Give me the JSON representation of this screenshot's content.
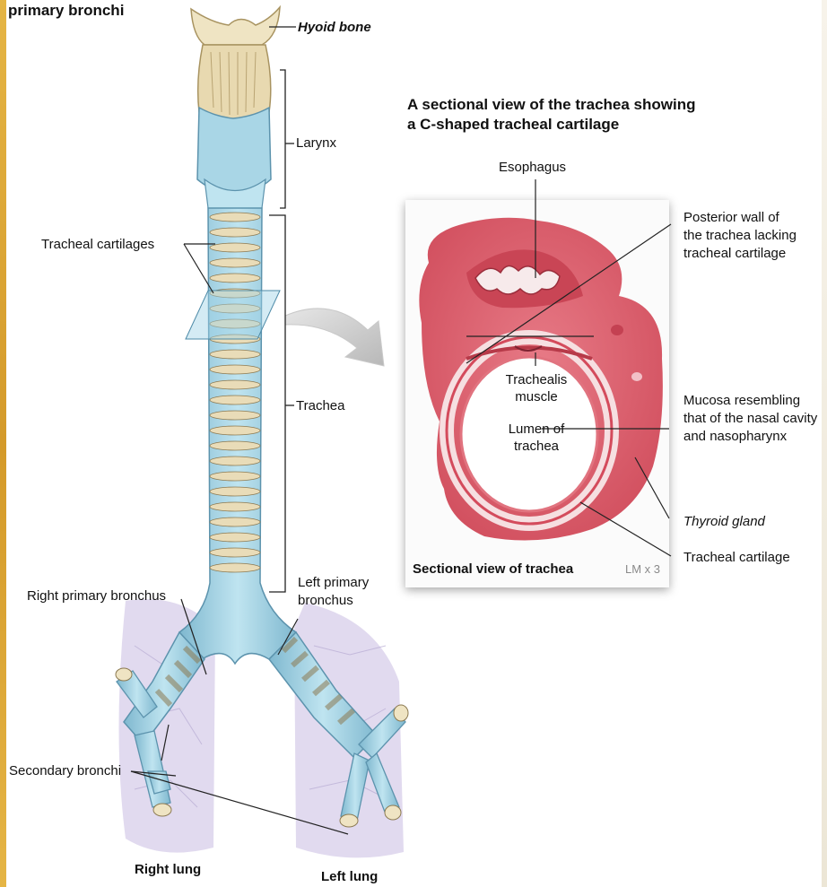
{
  "header_title": "primary bronchi",
  "section_title_line1": "A sectional view of the trachea showing",
  "section_title_line2": "a C-shaped tracheal cartilage",
  "labels": {
    "hyoid": "Hyoid bone",
    "larynx": "Larynx",
    "tracheal_cartilages": "Tracheal cartilages",
    "trachea": "Trachea",
    "left_primary_1": "Left primary",
    "left_primary_2": "bronchus",
    "right_primary": "Right primary bronchus",
    "secondary": "Secondary bronchi",
    "right_lung": "Right lung",
    "left_lung": "Left lung",
    "esophagus": "Esophagus",
    "posterior_1": "Posterior wall of",
    "posterior_2": "the trachea lacking",
    "posterior_3": "tracheal cartilage",
    "trachealis_1": "Trachealis",
    "trachealis_2": "muscle",
    "lumen_1": "Lumen of",
    "lumen_2": "trachea",
    "mucosa_1": "Mucosa resembling",
    "mucosa_2": "that of the nasal cavity",
    "mucosa_3": "and nasopharynx",
    "thyroid": "Thyroid gland",
    "tracheal_cartilage": "Tracheal cartilage",
    "card_caption": "Sectional view of trachea",
    "magnification": "LM x 3"
  },
  "colors": {
    "trachea_fill": "#a9d6e6",
    "trachea_stroke": "#5c93ad",
    "ring_fill": "#e9dcb8",
    "tissue": "#dc5f6e",
    "tissue_light": "#f3c8cd",
    "lung": "#d9d1ea"
  }
}
